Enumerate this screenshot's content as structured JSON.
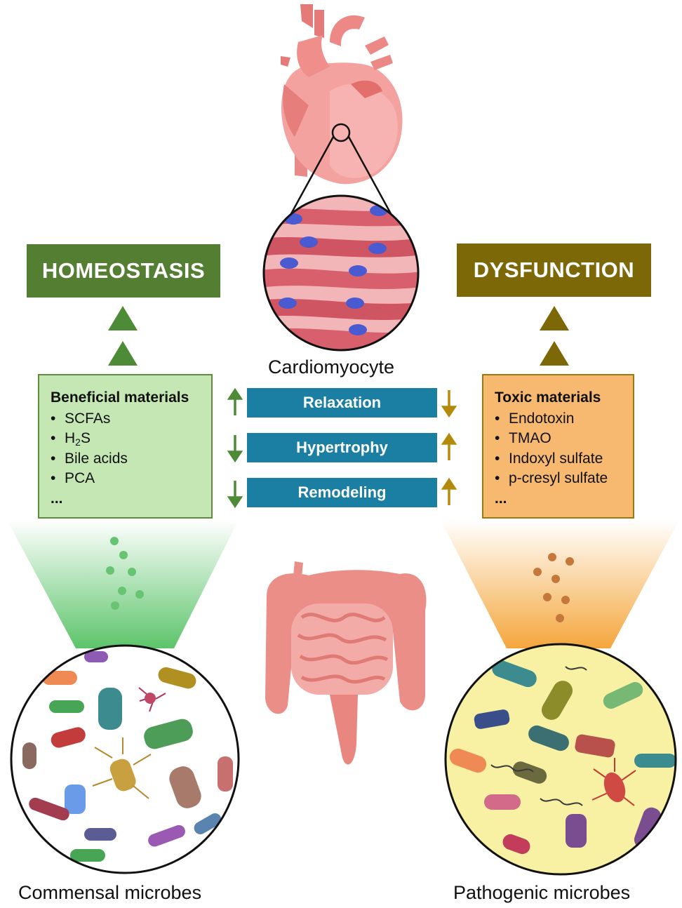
{
  "outcomes": {
    "left": "HOMEOSTASIS",
    "right": "DYSFUNCTION"
  },
  "cardiomyocyte_label": "Cardiomyocyte",
  "beneficial": {
    "title": "Beneficial materials",
    "items": [
      "SCFAs",
      "H",
      "2",
      "S",
      "Bile acids",
      "PCA"
    ],
    "more": "..."
  },
  "toxic": {
    "title": "Toxic materials",
    "items": [
      "Endotoxin",
      "TMAO",
      "Indoxyl sulfate",
      "p-cresyl sulfate"
    ],
    "more": "..."
  },
  "effects": [
    {
      "label": "Relaxation",
      "beneficial_direction": "up",
      "toxic_direction": "down"
    },
    {
      "label": "Hypertrophy",
      "beneficial_direction": "down",
      "toxic_direction": "up"
    },
    {
      "label": "Remodeling",
      "beneficial_direction": "down",
      "toxic_direction": "up"
    }
  ],
  "microbes": {
    "left": "Commensal microbes",
    "right": "Pathogenic microbes"
  },
  "colors": {
    "homeostasis": "#547f32",
    "dysfunction": "#7c6806",
    "effect_bar": "#1b7fa3",
    "beneficial_fill": "#c5e7b4",
    "toxic_fill": "#f7b870",
    "green_arrow": "#4e8b37",
    "gold_arrow": "#b48a0c"
  },
  "icons": [
    "heart-icon",
    "cardiomyocyte-tissue-icon",
    "intestine-icon",
    "commensal-microbes-icon",
    "pathogenic-microbes-icon"
  ]
}
